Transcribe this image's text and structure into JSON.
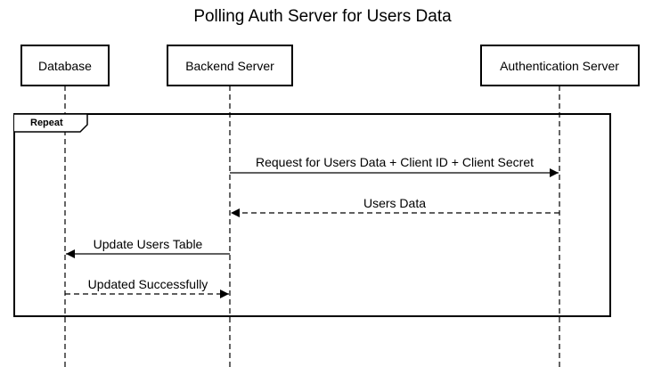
{
  "diagram": {
    "title": "Polling Auth Server for Users Data",
    "participants": [
      {
        "id": "db",
        "label": "Database"
      },
      {
        "id": "backend",
        "label": "Backend Server"
      },
      {
        "id": "auth",
        "label": "Authentication Server"
      }
    ],
    "fragment": {
      "kind": "Repeat"
    },
    "messages": [
      {
        "from": "backend",
        "to": "auth",
        "label": "Request for Users Data + Client ID + Client Secret",
        "style": "solid"
      },
      {
        "from": "auth",
        "to": "backend",
        "label": "Users Data",
        "style": "dashed"
      },
      {
        "from": "backend",
        "to": "db",
        "label": "Update Users Table",
        "style": "solid"
      },
      {
        "from": "db",
        "to": "backend",
        "label": "Updated Successfully",
        "style": "dashed"
      }
    ]
  }
}
